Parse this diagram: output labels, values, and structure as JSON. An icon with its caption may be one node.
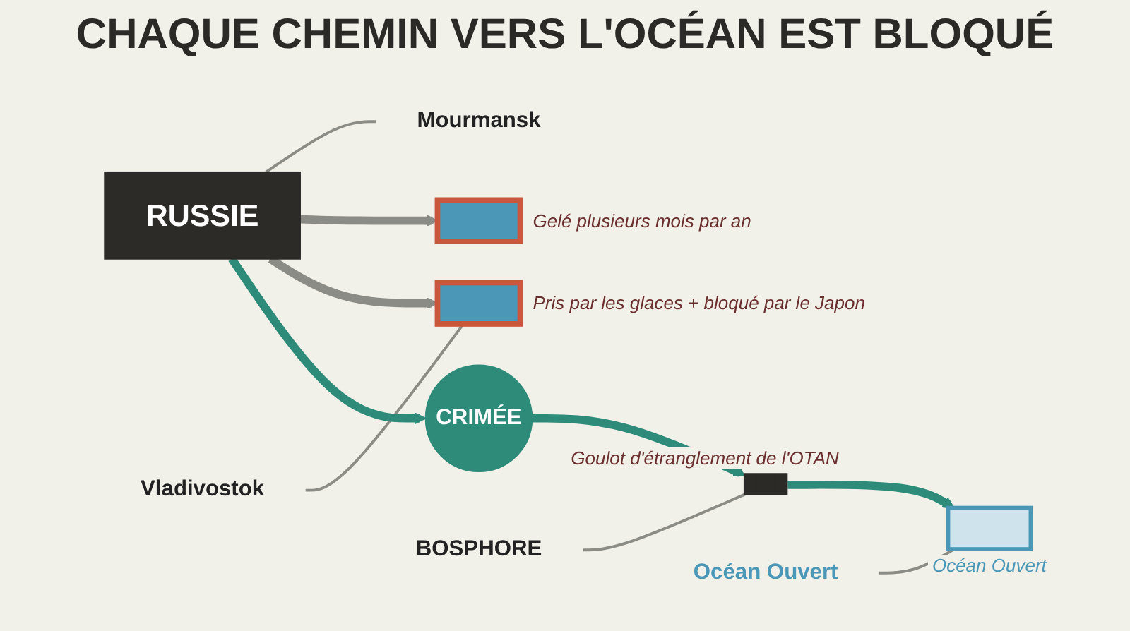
{
  "diagram": {
    "title": "CHAQUE CHEMIN VERS L'OCÉAN EST BLOQUÉ",
    "nodes": [
      {
        "text": [
          "RUSSIE"
        ]
      },
      {
        "text": [
          "Mourmansk"
        ]
      },
      {
        "text": [],
        "shape": "box",
        "beside": [
          "Gelé plusieurs mois par an"
        ]
      },
      {
        "text": [
          "Vladivostok"
        ]
      },
      {
        "text": [],
        "shape": "box",
        "beside": [
          "Pris par les glaces + bloqué par le Japon"
        ]
      },
      {
        "text": [
          "CRIMÉE"
        ]
      },
      {
        "text": [],
        "shape": "bar",
        "beside": [
          "Goulot d'étranglement de l'OTAN"
        ]
      },
      {
        "text": [
          "BOSPHORE"
        ]
      },
      {
        "text": [],
        "shape": "box",
        "beside": [
          "Océan Ouvert"
        ]
      },
      {
        "text": [
          "Océan Ouvert"
        ]
      }
    ],
    "edges": [
      {
        "from": 0,
        "to": 1,
        "arrow": "none"
      },
      {
        "from": 0,
        "to": 2,
        "arrow": "to"
      },
      {
        "from": 3,
        "to": 4,
        "arrow": "none"
      },
      {
        "from": 0,
        "to": 4,
        "arrow": "to"
      },
      {
        "from": 0,
        "to": 5,
        "arrow": "to",
        "color": "#2e8b7a"
      },
      {
        "from": 5,
        "to": 6,
        "arrow": "to",
        "color": "#2e8b7a"
      },
      {
        "from": 7,
        "to": 6,
        "arrow": "none"
      },
      {
        "from": 6,
        "to": 8,
        "arrow": "to",
        "color": "#2e8b7a"
      },
      {
        "from": 9,
        "to": 8,
        "arrow": "none"
      }
    ]
  }
}
